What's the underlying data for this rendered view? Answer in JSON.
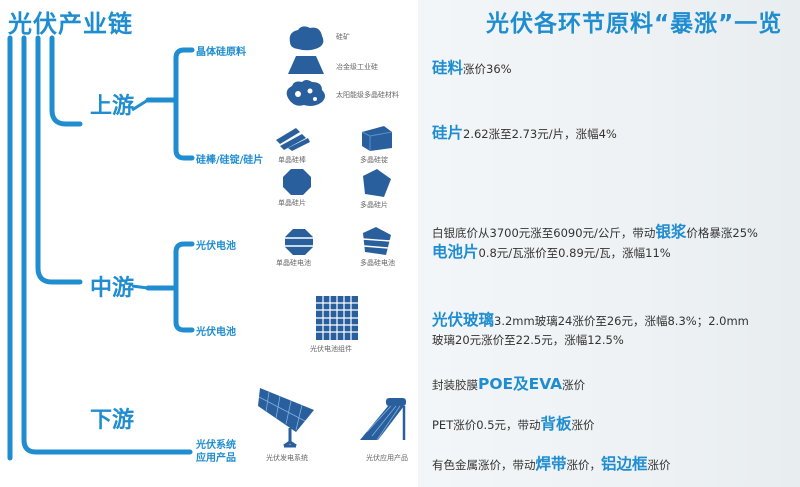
{
  "header": {
    "left_title": "光伏产业链",
    "right_title": "光伏各环节原料“暴涨”一览"
  },
  "stages": {
    "upstream": "上游",
    "midstream": "中游",
    "downstream": "下游"
  },
  "branches": {
    "polysilicon": "晶体硅原料",
    "ingot_wafer": "硅棒/硅锭/硅片",
    "cell_1": "光伏电池",
    "cell_2": "光伏电池",
    "system_line1": "光伏系统",
    "system_line2": "应用产品"
  },
  "captions": {
    "silicon_ore": "硅矿",
    "metallurgical_chain": "冶金级工业硅",
    "solar_polysilicon": "太阳能级多晶硅材料",
    "mono_rod": "单晶硅棒",
    "multi_ingot": "多晶硅锭",
    "mono_wafer": "单晶硅片",
    "multi_wafer": "多晶硅片",
    "mono_cell": "单晶硅电池",
    "multi_cell": "多晶硅电池",
    "pv_module": "光伏电池组件",
    "pv_power_system": "光伏发电系统",
    "pv_app_product": "光伏应用产品"
  },
  "price_items": {
    "silicon": {
      "k1": "硅料",
      "t1": "涨价36%"
    },
    "wafer": {
      "k1": "硅片",
      "t1": "2.62涨至2.73元/片，涨幅4%"
    },
    "silver": {
      "t1": "白银底价从3700元涨至6090元/公斤，带动",
      "k1": "银浆",
      "t2": "价格暴涨25%"
    },
    "cell": {
      "k1": "电池片",
      "t1": "0.8元/瓦涨价至0.89元/瓦，涨幅11%"
    },
    "glass": {
      "k1": "光伏玻璃",
      "t1": "3.2mm玻璃24涨价至26元，涨幅8.3%；2.0mm",
      "t2": "玻璃20元涨价至22.5元，涨幅12.5%"
    },
    "film": {
      "t1": "封装胶膜",
      "k1": "POE及EVA",
      "t2": "涨价"
    },
    "pet": {
      "t1": "PET涨价0.5元，带动",
      "k1": "背板",
      "t2": "涨价"
    },
    "metal": {
      "t1": "有色金属涨价，带动",
      "k1": "焊带",
      "t2": "涨价，",
      "k2": "铝边框",
      "t3": "涨价"
    }
  },
  "colors": {
    "accent": "#1f8dd0",
    "icon": "#2a5f9e",
    "text": "#333333"
  },
  "icons": [
    "silicon-ore-icon",
    "metallurgical-silicon-icon",
    "polysilicon-icon",
    "mono-rod-icon",
    "multi-ingot-icon",
    "mono-wafer-icon",
    "multi-wafer-icon",
    "mono-cell-icon",
    "multi-cell-icon",
    "pv-module-icon",
    "pv-power-system-icon",
    "pv-app-product-icon"
  ]
}
